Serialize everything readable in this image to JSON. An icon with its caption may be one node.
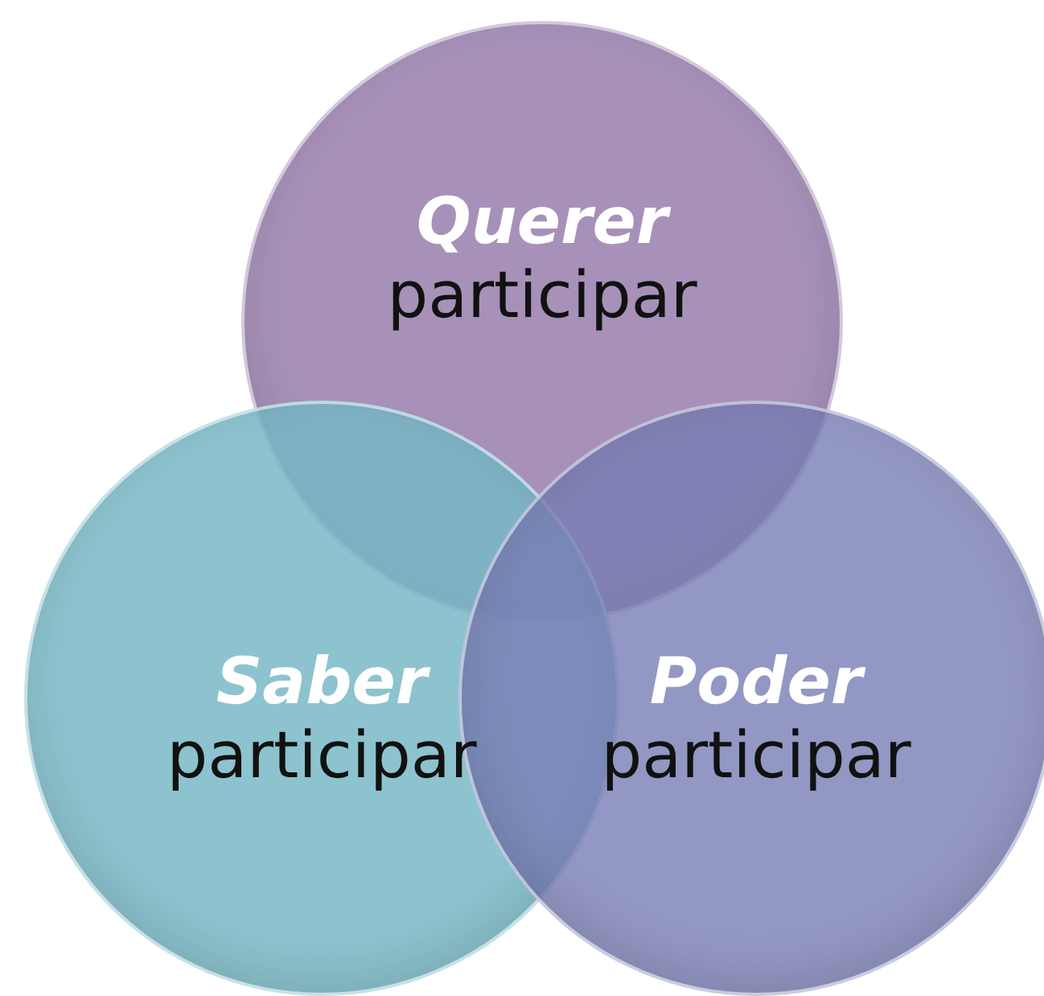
{
  "diagram": {
    "nodes": [
      {
        "text": [
          "Querer",
          "participar"
        ]
      },
      {
        "text": [
          "Saber",
          "participar"
        ]
      },
      {
        "text": [
          "Poder",
          "participar"
        ]
      }
    ]
  }
}
